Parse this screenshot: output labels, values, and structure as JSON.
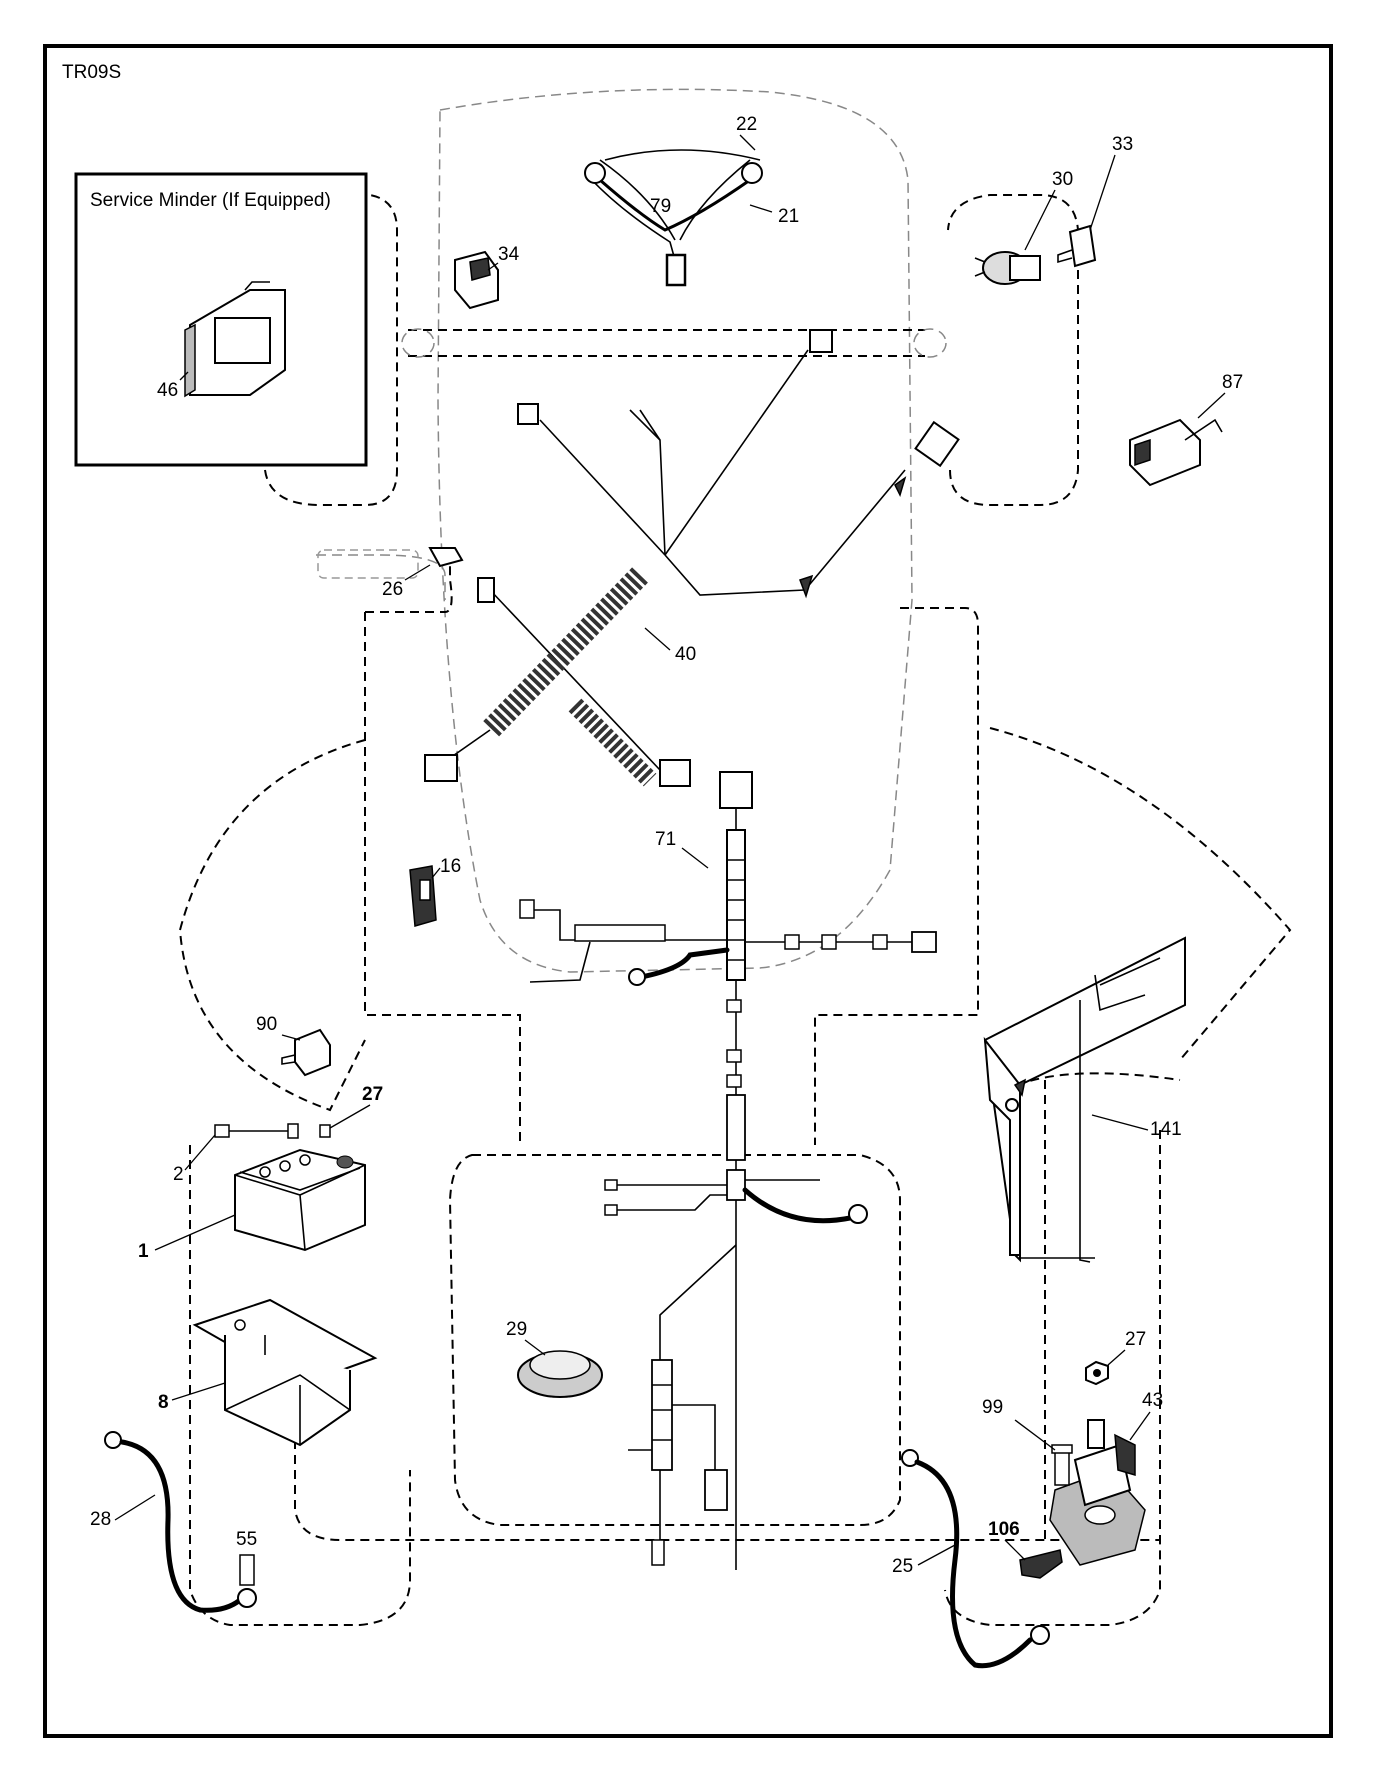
{
  "diagram": {
    "code": "TR09S",
    "inset_title": "Service Minder (If Equipped)",
    "callouts": [
      {
        "id": "c46",
        "text": "46",
        "bold": false
      },
      {
        "id": "c22",
        "text": "22",
        "bold": false
      },
      {
        "id": "c79",
        "text": "79",
        "bold": false
      },
      {
        "id": "c21",
        "text": "21",
        "bold": false
      },
      {
        "id": "c34",
        "text": "34",
        "bold": false
      },
      {
        "id": "c30",
        "text": "30",
        "bold": false
      },
      {
        "id": "c33",
        "text": "33",
        "bold": false
      },
      {
        "id": "c87",
        "text": "87",
        "bold": false
      },
      {
        "id": "c26",
        "text": "26",
        "bold": false
      },
      {
        "id": "c40",
        "text": "40",
        "bold": false
      },
      {
        "id": "c71",
        "text": "71",
        "bold": false
      },
      {
        "id": "c16",
        "text": "16",
        "bold": false
      },
      {
        "id": "c90",
        "text": "90",
        "bold": false
      },
      {
        "id": "c27a",
        "text": "27",
        "bold": true
      },
      {
        "id": "c2",
        "text": "2",
        "bold": false
      },
      {
        "id": "c1",
        "text": "1",
        "bold": true
      },
      {
        "id": "c8",
        "text": "8",
        "bold": true
      },
      {
        "id": "c29",
        "text": "29",
        "bold": false
      },
      {
        "id": "c141",
        "text": "141",
        "bold": false
      },
      {
        "id": "c27b",
        "text": "27",
        "bold": false
      },
      {
        "id": "c43",
        "text": "43",
        "bold": false
      },
      {
        "id": "c99",
        "text": "99",
        "bold": false
      },
      {
        "id": "c106",
        "text": "106",
        "bold": true
      },
      {
        "id": "c28",
        "text": "28",
        "bold": false
      },
      {
        "id": "c55",
        "text": "55",
        "bold": false
      },
      {
        "id": "c25",
        "text": "25",
        "bold": false
      }
    ]
  }
}
